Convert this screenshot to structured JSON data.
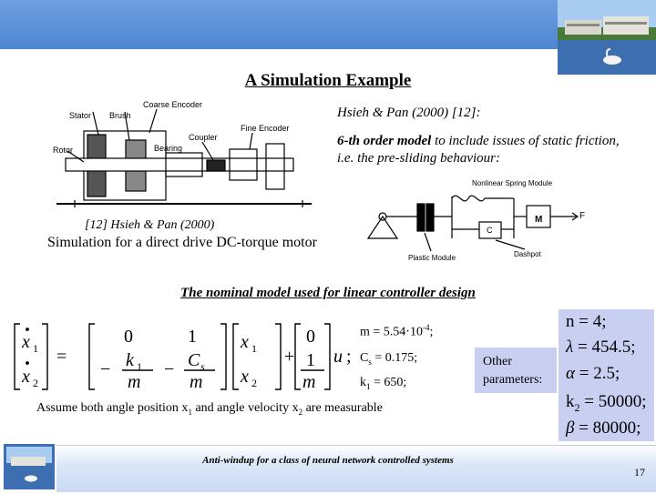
{
  "slide": {
    "title": "A Simulation Example",
    "reference_line": "Hsieh & Pan (2000) [12]:",
    "model_bold": "6-th order model",
    "model_rest": " to include issues of static friction, i.e. the pre-sliding behaviour:",
    "ref_caption": "[12] Hsieh & Pan (2000)",
    "sim_caption": "Simulation for a direct drive DC-torque motor",
    "nominal_heading": "The nominal model used for linear controller design",
    "m_value": "m = 5.54·10",
    "m_exp": "-4",
    "cs_value": "C",
    "cs_sub": "s",
    "cs_rest": " = 0.175;",
    "k1_value": "k",
    "k1_sub": "1",
    "k1_rest": " = 650;",
    "other_parameters_1": "Other",
    "other_parameters_2": "parameters:",
    "assume_1": "Assume both angle position x",
    "assume_sub1": "1",
    "assume_2": " and angle velocity x",
    "assume_sub2": "2",
    "assume_3": " are measurable",
    "footer": "Anti-windup for a class of neural network controlled systems",
    "page_number": "17"
  },
  "parameters": {
    "n": "n = 4;",
    "lambda": " = 454.5;",
    "alpha": " = 2.5;",
    "k2": "k",
    "k2_sub": "2",
    "k2_rest": " = 50000;",
    "beta": " = 80000;"
  },
  "motor_figure_labels": {
    "coarse_encoder": "Coarse Encoder",
    "stator": "Stator",
    "brush": "Brush",
    "fine_encoder": "Fine Encoder",
    "coupler": "Coupler",
    "rotor": "Rotor",
    "bearing": "Bearing"
  },
  "friction_figure_labels": {
    "nonlinear_spring": "Nonlinear Spring Module",
    "cs": "C",
    "m": "M",
    "f": "F",
    "plastic": "Plastic Module",
    "dashpot": "Dashpot"
  },
  "equation": {
    "x1dot": "x",
    "x2dot": "x",
    "zero": "0",
    "one": "1",
    "k1": "k",
    "m": "m",
    "cs": "C",
    "x1": "x",
    "x2": "x",
    "u": "u",
    "sub1": "1",
    "sub2": "2",
    "subs": "s",
    "minus": "−",
    "eq": "=",
    "plus": "+",
    "semicolon": ";"
  },
  "colors": {
    "header_blue": "#5a8fd6",
    "param_box": "#c9cff1"
  }
}
